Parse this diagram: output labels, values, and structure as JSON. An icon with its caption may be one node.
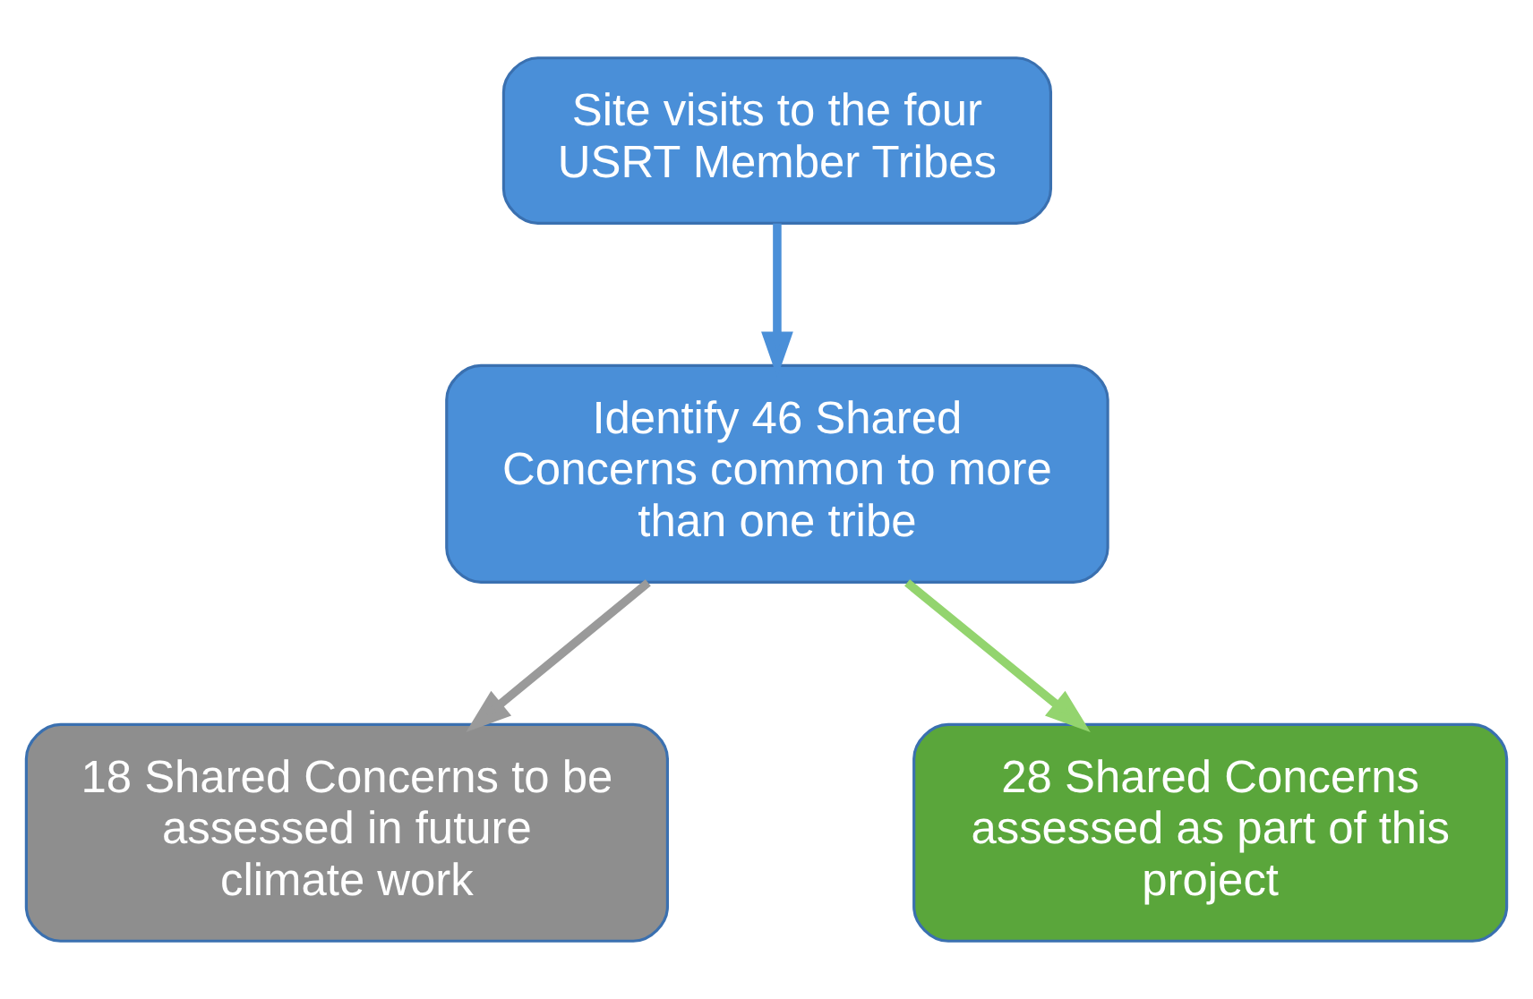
{
  "diagram": {
    "nodes": [
      {
        "text": [
          "Site visits to the four USRT Member Tribes"
        ]
      },
      {
        "text": [
          "Identify 46 Shared Concerns common to more than one tribe"
        ]
      },
      {
        "text": [
          "18 Shared Concerns to be assessed in future climate work"
        ]
      },
      {
        "text": [
          "28 Shared Concerns assessed as part of this project"
        ]
      }
    ],
    "edges": [
      {
        "from": 0,
        "to": 1,
        "arrow": "to",
        "color": "#4a8fd8"
      },
      {
        "from": 1,
        "to": 2,
        "arrow": "to",
        "color": "#9a9a9a"
      },
      {
        "from": 1,
        "to": 3,
        "arrow": "to",
        "color": "#93d46e"
      }
    ]
  }
}
